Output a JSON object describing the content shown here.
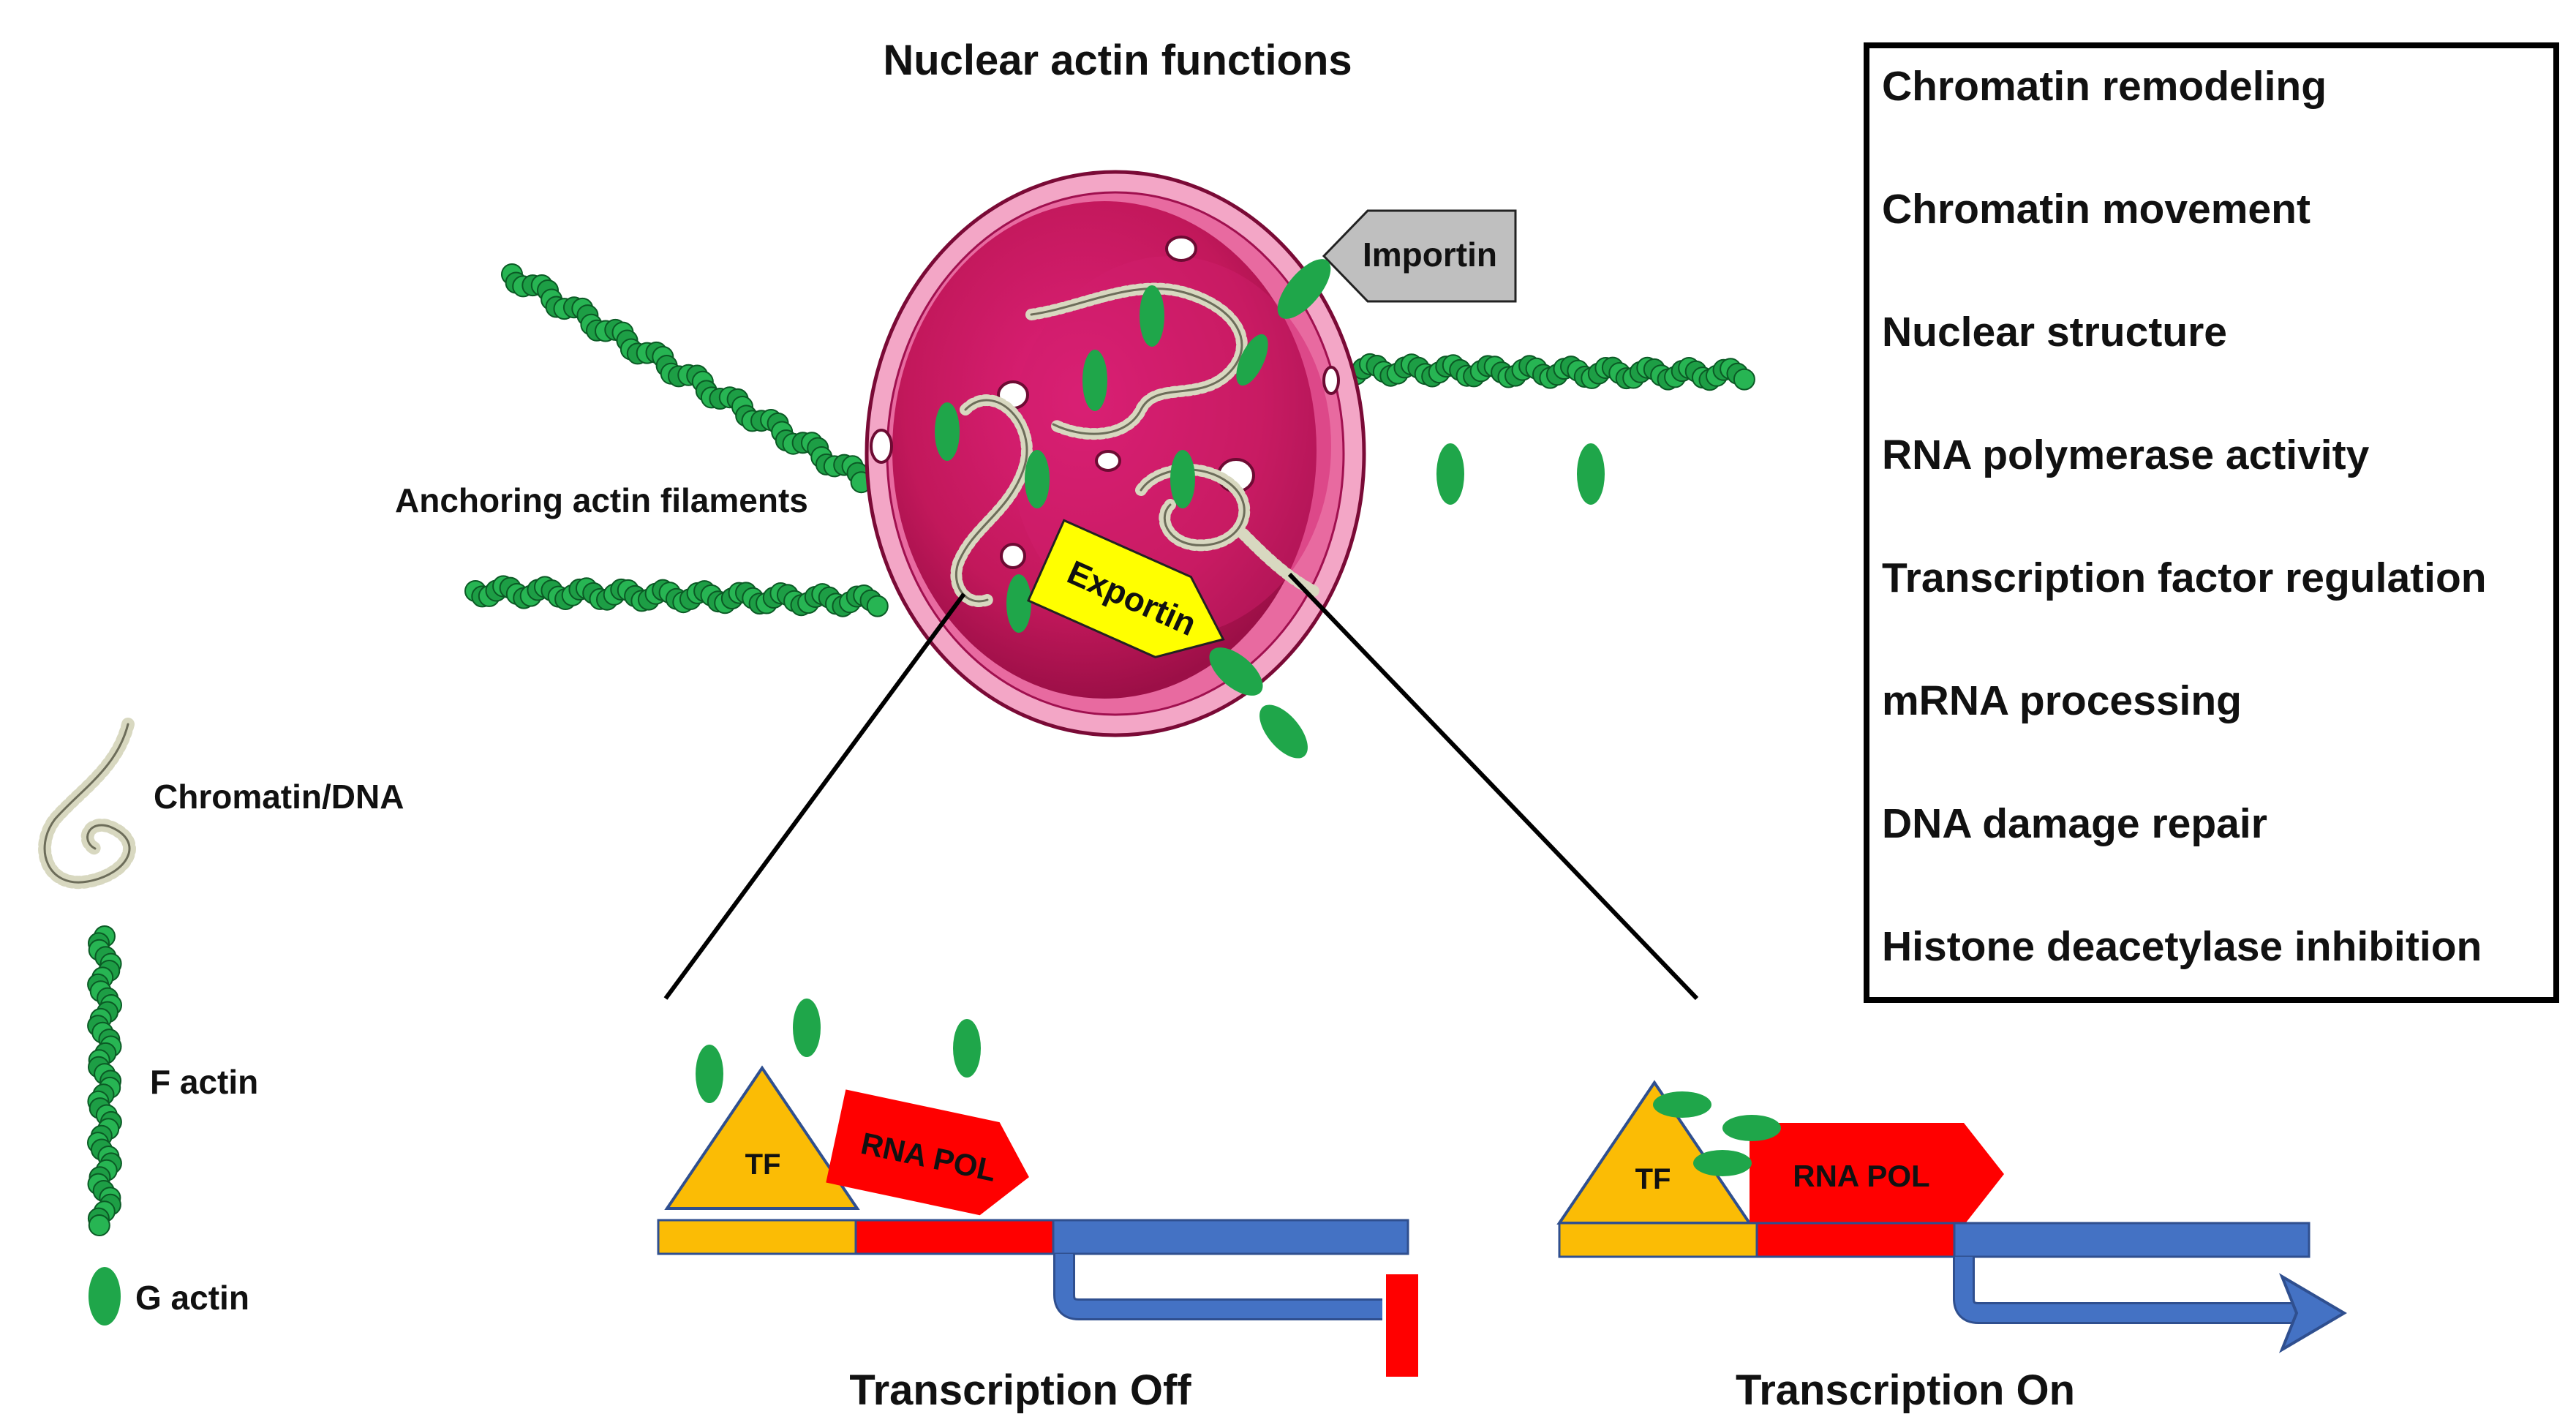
{
  "title": "Nuclear actin functions",
  "labels": {
    "importin": "Importin",
    "exportin": "Exportin",
    "anchoring": "Anchoring actin filaments",
    "transcription_off": "Transcription Off",
    "transcription_on": "Transcription On"
  },
  "legend": {
    "chromatin": "Chromatin/DNA",
    "f_actin": "F actin",
    "g_actin": "G actin"
  },
  "functions_list": [
    "Chromatin remodeling",
    "Chromatin movement",
    "Nuclear structure",
    "RNA polymerase activity",
    "Transcription factor regulation",
    "mRNA processing",
    "DNA damage repair",
    "Histone deacetylase inhibition"
  ],
  "panel_off": {
    "tf": "TF",
    "pol": "RNA POL"
  },
  "panel_on": {
    "tf": "TF",
    "pol": "RNA POL"
  },
  "colors": {
    "nucleus": "#c2185b",
    "nucleus_rim": "#f3a6c6",
    "actin": "#1fa64a",
    "tf": "#fbbc05",
    "pol": "#ff0000",
    "dna": "#4472c4",
    "exportin": "#ffff00",
    "importin": "#bfbfbf"
  }
}
